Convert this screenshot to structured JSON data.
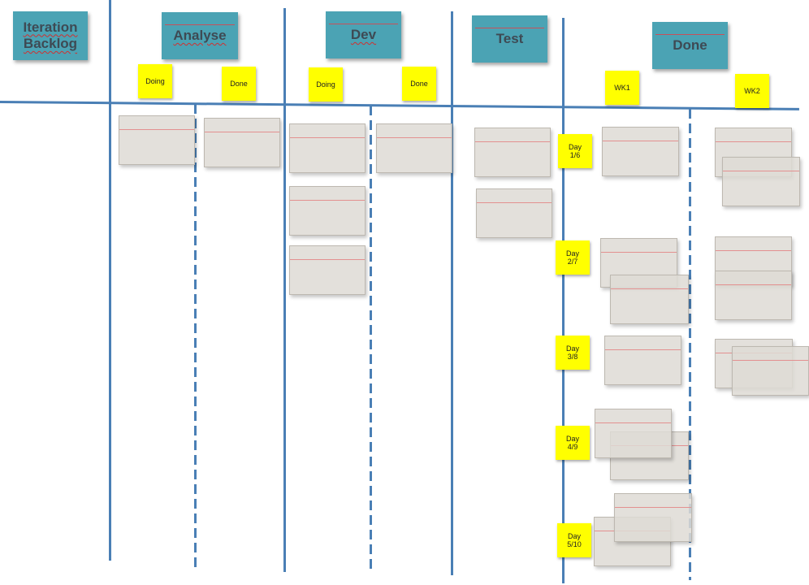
{
  "columns": {
    "backlog": {
      "line1": "Iteration",
      "line2": "Backlog"
    },
    "analyse": {
      "label": "Analyse",
      "doing": "Doing",
      "done": "Done"
    },
    "dev": {
      "label": "Dev",
      "doing": "Doing",
      "done": "Done"
    },
    "test": {
      "label": "Test"
    },
    "done": {
      "label": "Done",
      "wk1": "WK1",
      "wk2": "WK2"
    }
  },
  "days": [
    {
      "line1": "Day",
      "line2": "1/6"
    },
    {
      "line1": "Day",
      "line2": "2/7"
    },
    {
      "line1": "Day",
      "line2": "3/8"
    },
    {
      "line1": "Day",
      "line2": "4/9"
    },
    {
      "line1": "Day",
      "line2": "5/10"
    }
  ],
  "colors": {
    "header": "#4ba3b4",
    "sticky": "#ffff00",
    "line": "#4a7fb5",
    "card": "#dedbd5"
  }
}
